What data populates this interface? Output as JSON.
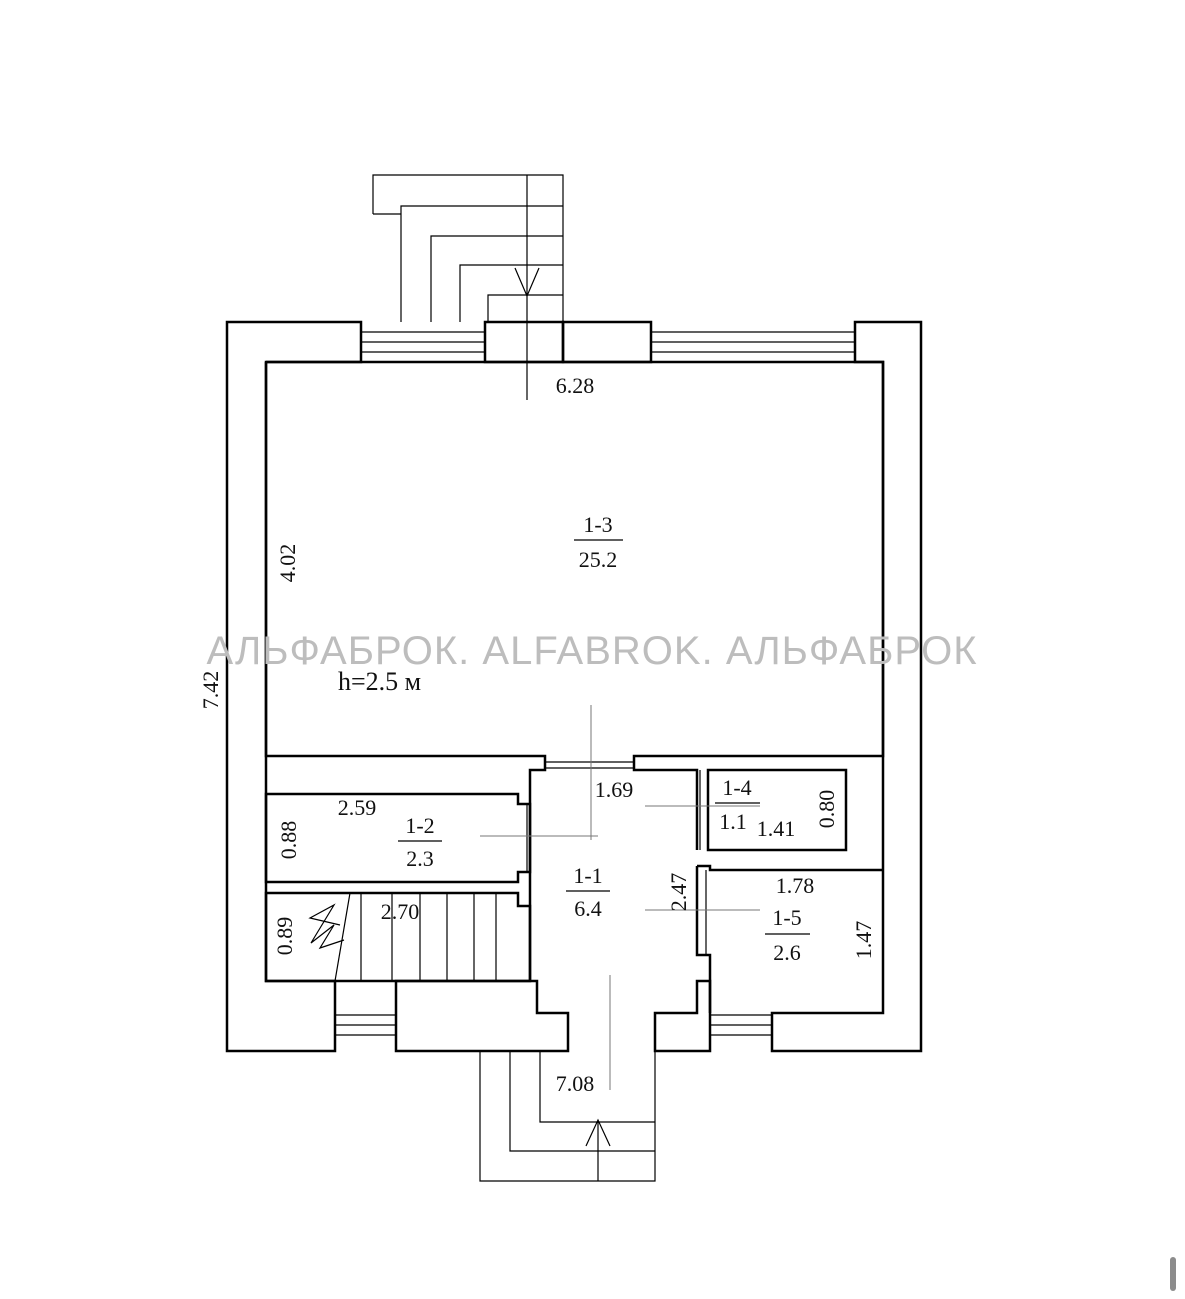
{
  "watermark": "АЛЬФАБРОК. ALFABROK. АЛЬФАБРОК",
  "ceiling_height": "h=2.5 м",
  "dimensions": {
    "top_width": "6.28",
    "bottom_width": "7.08",
    "outer_height": "7.42",
    "hall_depth": "4.02",
    "door_width": "1.69",
    "storage_length": "2.59",
    "storage_depth": "0.88",
    "stair_length": "2.70",
    "stair_width": "0.89",
    "corridor_length": "2.47",
    "bath_length": "1.41",
    "bath_width": "0.80",
    "room15_length": "1.78",
    "room15_width": "1.47"
  },
  "rooms": [
    {
      "id": "1-3",
      "area": "25.2"
    },
    {
      "id": "1-2",
      "area": "2.3"
    },
    {
      "id": "1-1",
      "area": "6.4"
    },
    {
      "id": "1-4",
      "area": "1.1"
    },
    {
      "id": "1-5",
      "area": "2.6"
    }
  ]
}
